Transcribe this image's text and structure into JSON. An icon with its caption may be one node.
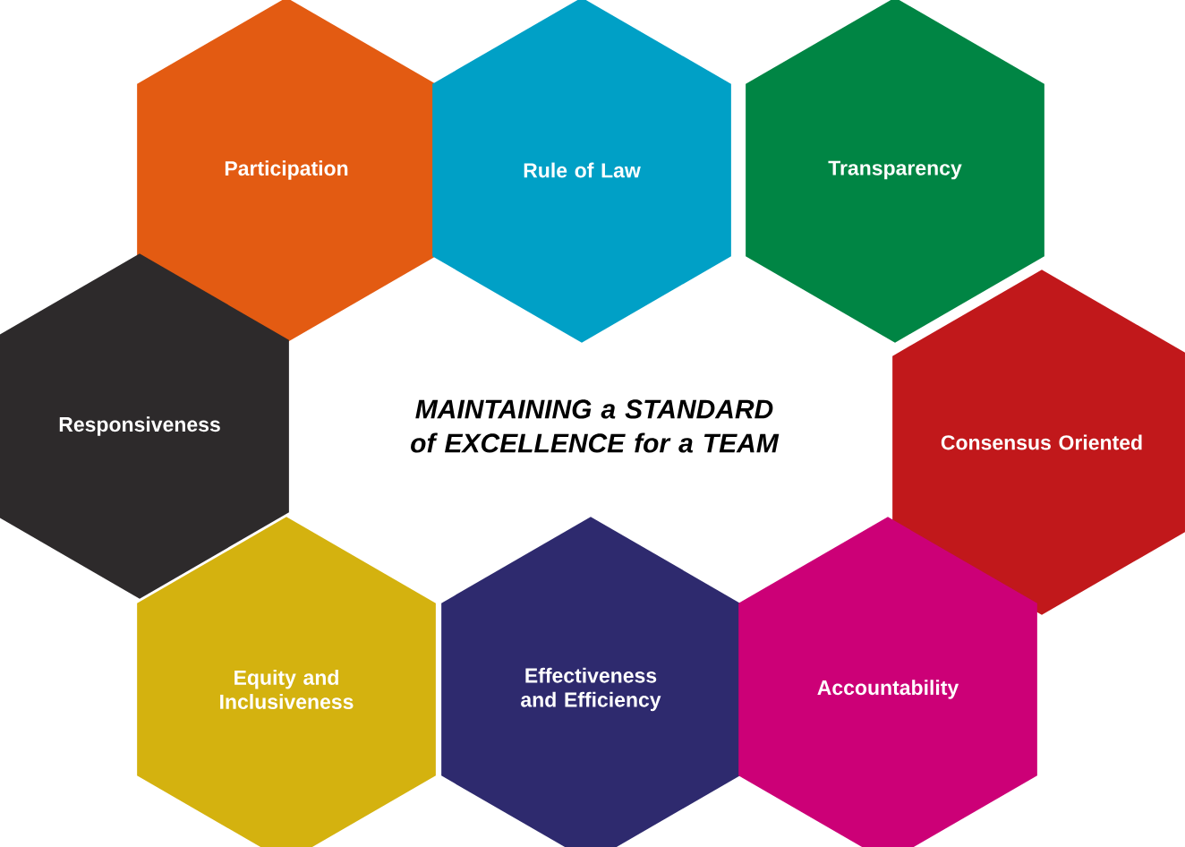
{
  "diagram": {
    "title": "MAINTAINING a STANDARD of EXCELLENCE for a TEAM",
    "nodes": [
      {
        "text": [
          "Participation"
        ]
      },
      {
        "text": [
          "Rule of Law"
        ]
      },
      {
        "text": [
          "Transparency"
        ]
      },
      {
        "text": [
          "Responsiveness"
        ]
      },
      {
        "text": [
          "Consensus Oriented"
        ]
      },
      {
        "text": [
          "Equity and Inclusiveness"
        ]
      },
      {
        "text": [
          "Effectiveness and Efficiency"
        ]
      },
      {
        "text": [
          "Accountability"
        ]
      }
    ]
  }
}
